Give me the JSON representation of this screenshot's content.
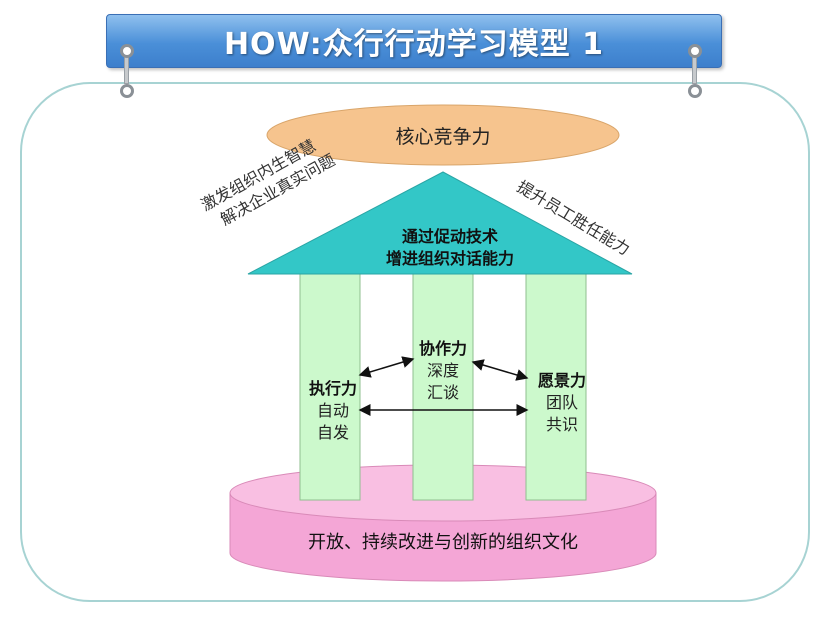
{
  "title": "HOW:众行行动学习模型  1",
  "core": "核心竞争力",
  "roof": {
    "line1": "通过促动技术",
    "line2": "增进组织对话能力"
  },
  "left_note": {
    "line1": "激发组织内生智慧",
    "line2": "解决企业真实问题"
  },
  "right_note": "提升员工胜任能力",
  "pillars": {
    "left": {
      "title": "执行力",
      "sub1": "自动",
      "sub2": "自发"
    },
    "middle": {
      "title": "协作力",
      "sub1": "深度",
      "sub2": "汇谈"
    },
    "right": {
      "title": "愿景力",
      "sub1": "团队",
      "sub2": "共识"
    }
  },
  "base": "开放、持续改进与创新的组织文化",
  "colors": {
    "title_bar": "#4a8fd8",
    "core_oval": "#f6c48e",
    "roof": "#33c7c7",
    "pillar": "#ccf9cc",
    "base": "#f6a0d2",
    "frame": "#a7d3d3"
  }
}
